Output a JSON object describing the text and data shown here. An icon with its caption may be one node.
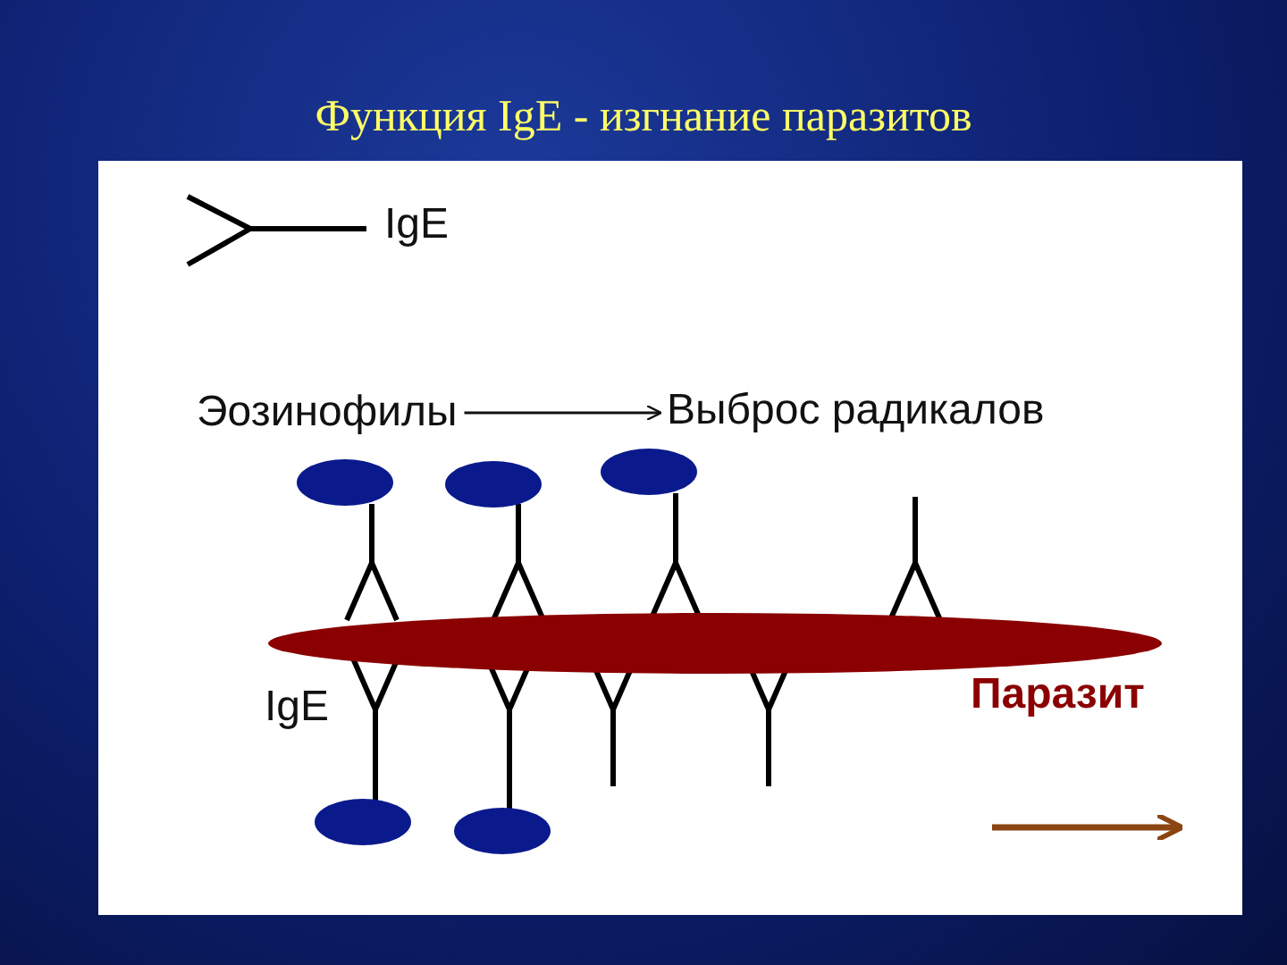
{
  "diagram": {
    "title": "Функция IgE - изгнание паразитов",
    "nodes": [
      {
        "text": [
          "Эозинофилы"
        ]
      },
      {
        "text": [
          "Выброс радикалов"
        ]
      }
    ],
    "edges": [
      {
        "from": 0,
        "to": 1,
        "arrow": "to"
      }
    ],
    "labels": [
      "IgE",
      "Паразит"
    ],
    "legend": [
      {
        "text": "IgE"
      }
    ]
  }
}
